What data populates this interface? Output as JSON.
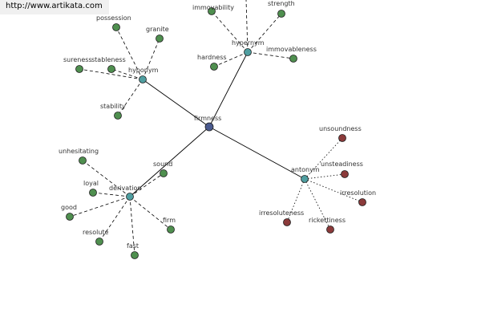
{
  "url": "http://www.artikata.com",
  "colors": {
    "center": "#4a5a8e",
    "relation": "#4f9ea0",
    "related": "#4f8f4f",
    "antonym_word": "#8b3a3a"
  },
  "center": {
    "label": "firmness"
  },
  "relations": [
    {
      "id": "hyponym",
      "label": "hyponym",
      "words": [
        "possession",
        "granite",
        "sureness",
        "stableness",
        "stability"
      ]
    },
    {
      "id": "hypernym",
      "label": "hypernym",
      "words": [
        "immovability",
        "strength",
        "hardness",
        "immovableness"
      ]
    },
    {
      "id": "derivation",
      "label": "derivation",
      "words": [
        "unhesitating",
        "loyal",
        "good",
        "resolute",
        "fast",
        "firm",
        "sound"
      ]
    },
    {
      "id": "antonym",
      "label": "antonym",
      "words": [
        "unsoundness",
        "unsteadiness",
        "irresolution",
        "irresoluteness",
        "rickettiness"
      ]
    }
  ]
}
